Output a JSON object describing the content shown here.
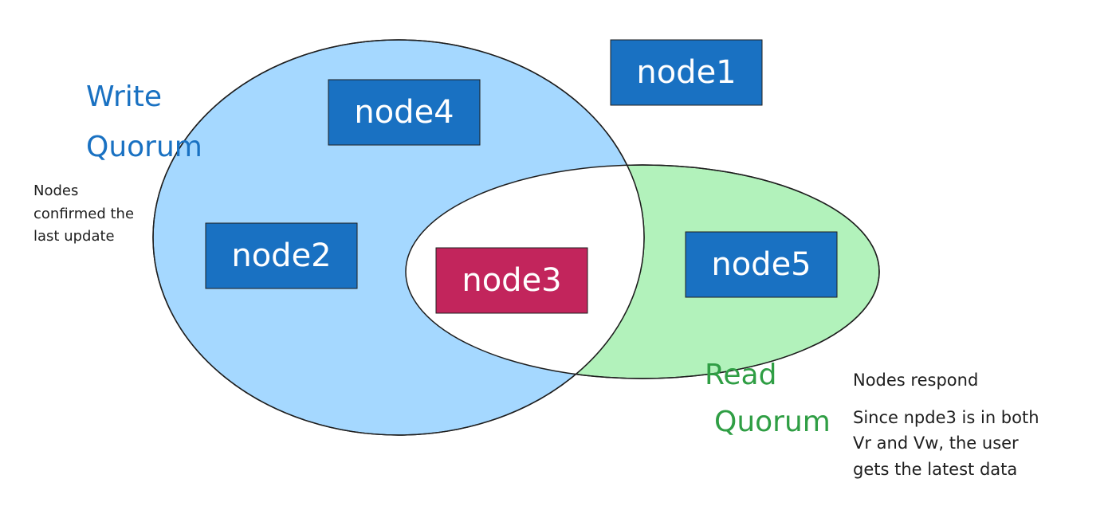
{
  "nodes": {
    "node1": "node1",
    "node2": "node2",
    "node3": "node3",
    "node4": "node4",
    "node5": "node5"
  },
  "write_quorum": {
    "title_line1": "Write",
    "title_line2": "Quorum",
    "note_lines": [
      "Nodes",
      "confirmed the",
      "last update"
    ],
    "color": "#1971c2",
    "fill": "#a5d8ff"
  },
  "read_quorum": {
    "title_line1": "Read",
    "title_line2": "Quorum",
    "note_respond": "Nodes respond",
    "note_lines": [
      "Since npde3 is in both",
      "Vr and Vw, the user",
      "gets the latest data"
    ],
    "color": "#2f9e44",
    "fill": "#b2f2bb"
  },
  "colors": {
    "node": "#1971c2",
    "highlight_node": "#c2255c",
    "outline": "#1e1e1e"
  }
}
